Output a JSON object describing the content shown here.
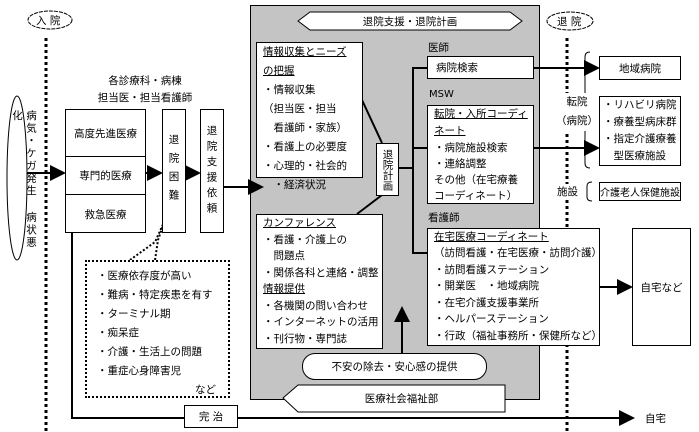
{
  "admission": "入 院",
  "discharge": "退 院",
  "onset": [
    "病気・ケガ発生",
    "病状悪化"
  ],
  "departments_header": [
    "各診療科・病棟",
    "担当医・担当看護師"
  ],
  "departments": [
    "高度先進医療",
    "専門的医療",
    "救急医療"
  ],
  "discharge_difficulty": "退院困難",
  "discharge_support_request": "退院支援依頼",
  "difficulty_reasons": [
    "・医療依存度が高い",
    "・難病・特定疾患を有す",
    "・ターミナル期",
    "・痴呆症",
    "・介護・生活上の問題",
    "・重症心身障害児"
  ],
  "difficulty_reasons_etc": "など",
  "panel_title": "退院支援・退院計画",
  "info_box": {
    "title": [
      "情報収集とニーズ",
      "の把握"
    ],
    "items": [
      "・情報収集",
      "（担当医・担当",
      "　看護師・家族）",
      "・看護上の必要度",
      "・心理的・社会的",
      "　・経済状況"
    ]
  },
  "conference_box": {
    "title": "カンファレンス",
    "items": [
      "・看護・介護上の",
      "　問題点",
      "・関係各科と連絡・調整"
    ],
    "title2": "情報提供",
    "items2": [
      "・各機関の問い合わせ",
      "・インターネットの活用",
      "・刊行物・専門誌"
    ]
  },
  "discharge_plan": "退院計画",
  "doctor": {
    "label": "医師",
    "box": "病院検索"
  },
  "msw": {
    "label": "MSW",
    "title": [
      "転院・入所コーディ",
      "ネート"
    ],
    "items": [
      "・病院施設検索",
      "・連絡調整",
      "その他（在宅療養",
      "コーディネート）"
    ]
  },
  "nurse": {
    "label": "看護師",
    "title": "在宅医療コーディネート",
    "items": [
      "（訪問看護・在宅医療・訪問介護）",
      "・訪問看護ステーション",
      "・開業医　・地域病院",
      "・在宅介護支援事業所",
      "・ヘルパーステーション",
      "・行政（福祉事務所・保健所など）"
    ]
  },
  "anxiety": "不安の除去・安心感の提供",
  "department_name": "医療社会福祉部",
  "transfer_label": [
    "転院",
    "（病院）"
  ],
  "facility_label": "施設",
  "regional_hospital": "地域病院",
  "hospitals": [
    "・リハビリ病院",
    "・療養型病床群",
    "・指定介護療養",
    "　型医療施設"
  ],
  "care_facility": "介護老人保健施設",
  "home_etc": "自宅など",
  "cured": "完 治",
  "home": "自宅"
}
